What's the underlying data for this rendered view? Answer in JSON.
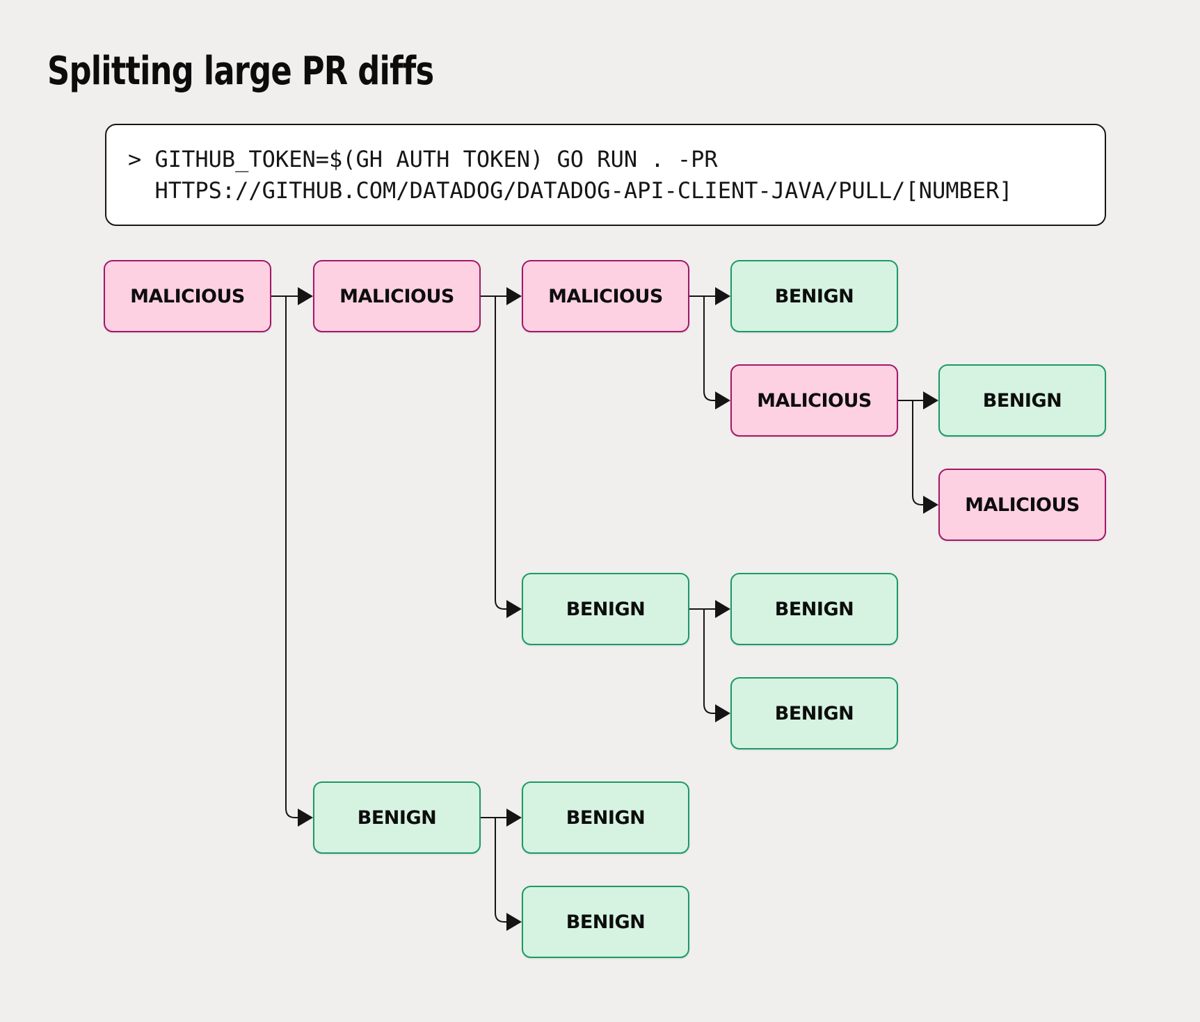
{
  "page": {
    "title": "Splitting large PR diffs",
    "background": "#f0efed"
  },
  "command_box": {
    "prompt": ">",
    "line1": "GITHUB_TOKEN=$(GH AUTH TOKEN) GO RUN . -PR",
    "line2": "HTTPS://GITHUB.COM/DATADOG/DATADOG-API-CLIENT-JAVA/PULL/[NUMBER]"
  },
  "colors": {
    "malicious_fill": "#fdd1e1",
    "malicious_border": "#a41669",
    "benign_fill": "#d5f3e0",
    "benign_border": "#1a9a67",
    "connector": "#141414",
    "background": "#f0efed"
  },
  "diagram": {
    "nodes": [
      {
        "id": "m1",
        "label": "MALICIOUS",
        "type": "malicious",
        "col": 0,
        "row": 0
      },
      {
        "id": "m2",
        "label": "MALICIOUS",
        "type": "malicious",
        "col": 1,
        "row": 0
      },
      {
        "id": "m3",
        "label": "MALICIOUS",
        "type": "malicious",
        "col": 2,
        "row": 0
      },
      {
        "id": "b1",
        "label": "BENIGN",
        "type": "benign",
        "col": 3,
        "row": 0
      },
      {
        "id": "m4",
        "label": "MALICIOUS",
        "type": "malicious",
        "col": 3,
        "row": 1
      },
      {
        "id": "b2",
        "label": "BENIGN",
        "type": "benign",
        "col": 4,
        "row": 1
      },
      {
        "id": "m5",
        "label": "MALICIOUS",
        "type": "malicious",
        "col": 4,
        "row": 2
      },
      {
        "id": "b3",
        "label": "BENIGN",
        "type": "benign",
        "col": 2,
        "row": 3
      },
      {
        "id": "b4",
        "label": "BENIGN",
        "type": "benign",
        "col": 3,
        "row": 3
      },
      {
        "id": "b5",
        "label": "BENIGN",
        "type": "benign",
        "col": 3,
        "row": 4
      },
      {
        "id": "b6",
        "label": "BENIGN",
        "type": "benign",
        "col": 1,
        "row": 5
      },
      {
        "id": "b7",
        "label": "BENIGN",
        "type": "benign",
        "col": 2,
        "row": 5
      },
      {
        "id": "b8",
        "label": "BENIGN",
        "type": "benign",
        "col": 2,
        "row": 6
      }
    ],
    "edges": [
      {
        "from": "m1",
        "to": "m2",
        "kind": "straight"
      },
      {
        "from": "m1",
        "to": "b6",
        "kind": "drop"
      },
      {
        "from": "m2",
        "to": "m3",
        "kind": "straight"
      },
      {
        "from": "m2",
        "to": "b3",
        "kind": "drop"
      },
      {
        "from": "m3",
        "to": "b1",
        "kind": "straight"
      },
      {
        "from": "m3",
        "to": "m4",
        "kind": "drop"
      },
      {
        "from": "m4",
        "to": "b2",
        "kind": "straight"
      },
      {
        "from": "m4",
        "to": "m5",
        "kind": "drop"
      },
      {
        "from": "b3",
        "to": "b4",
        "kind": "straight"
      },
      {
        "from": "b3",
        "to": "b5",
        "kind": "drop"
      },
      {
        "from": "b6",
        "to": "b7",
        "kind": "straight"
      },
      {
        "from": "b6",
        "to": "b8",
        "kind": "drop"
      }
    ]
  }
}
